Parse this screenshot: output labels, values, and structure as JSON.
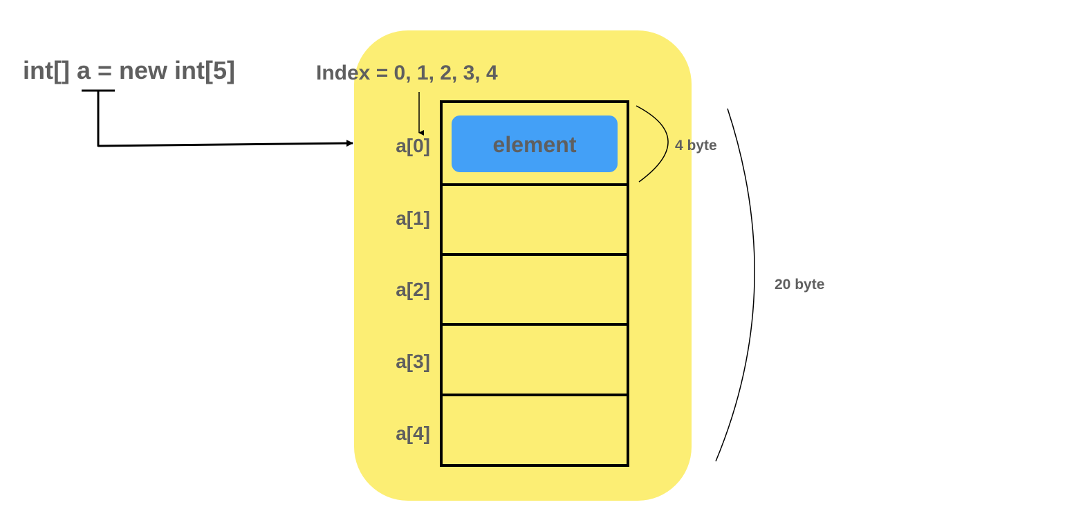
{
  "declaration": "int[] a = new int[5]",
  "index_label": "Index = 0, 1, 2, 3, 4",
  "element_label": "element",
  "cells": [
    "a[0]",
    "a[1]",
    "a[2]",
    "a[3]",
    "a[4]"
  ],
  "element_size_label": "4 byte",
  "total_size_label": "20 byte",
  "colors": {
    "memory_background": "#fcee74",
    "element_box": "#43a0f7",
    "text": "#5f5f5f",
    "line": "#000000"
  }
}
